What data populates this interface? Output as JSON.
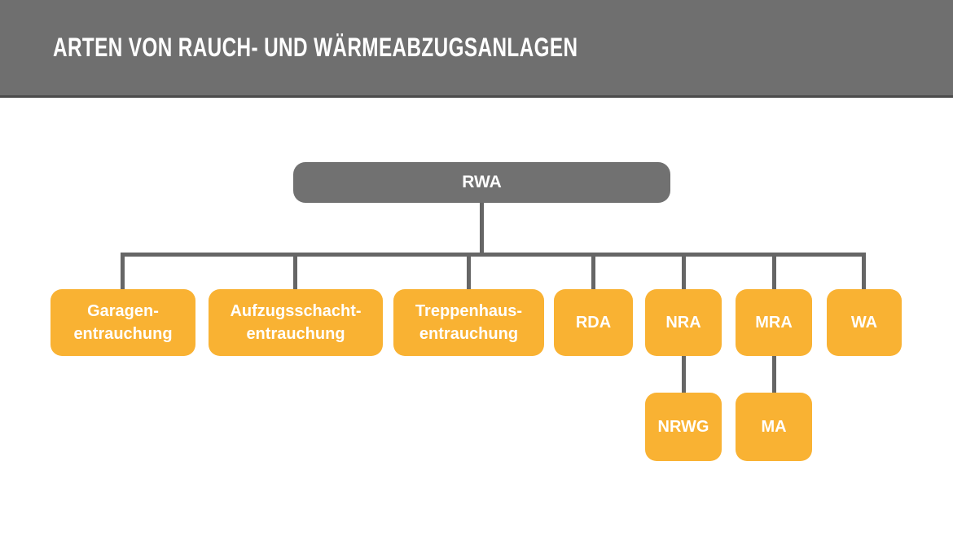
{
  "header": {
    "title": "ARTEN VON RAUCH- UND WÄRMEABZUGSANLAGEN"
  },
  "colors": {
    "header_bg": "#6F6F6F",
    "header_border": "#4B4B4B",
    "root_node_bg": "#717171",
    "child_node_bg": "#F9B233",
    "connector": "#666666",
    "node_text": "#FFFFFF",
    "page_bg": "#FFFFFF"
  },
  "tree": {
    "root": {
      "label": "RWA",
      "children": [
        {
          "label": "Garagen-\nentrauchung"
        },
        {
          "label": "Aufzugsschacht-\nentrauchung"
        },
        {
          "label": "Treppenhaus-\nentrauchung"
        },
        {
          "label": "RDA"
        },
        {
          "label": "NRA",
          "children": [
            {
              "label": "NRWG"
            }
          ]
        },
        {
          "label": "MRA",
          "children": [
            {
              "label": "MA"
            }
          ]
        },
        {
          "label": "WA"
        }
      ]
    }
  }
}
